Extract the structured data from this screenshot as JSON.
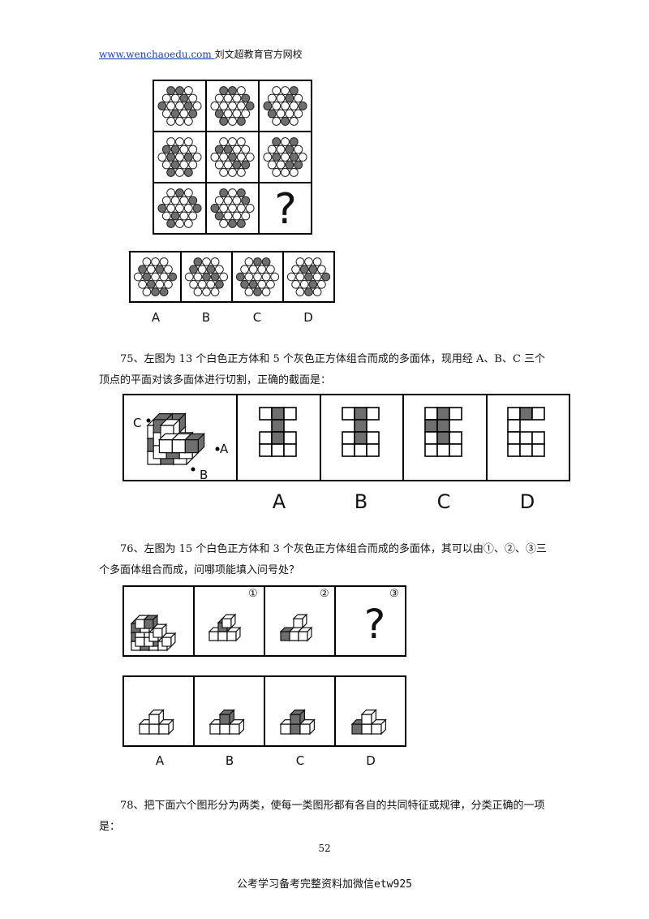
{
  "header": {
    "link_text": "www.wenchaoedu.com ",
    "site_name": "刘文超教育官方网校"
  },
  "q74": {
    "question_mark": "?",
    "options": [
      "A",
      "B",
      "C",
      "D"
    ]
  },
  "q75": {
    "text": "75、左图为 13 个白色正方体和 5 个灰色正方体组合而成的多面体，现用经 A、B、C 三个顶点的平面对该多面体进行切割，正确的截面是：",
    "vertex_labels": [
      "C",
      "A",
      "B"
    ],
    "options": [
      "A",
      "B",
      "C",
      "D"
    ]
  },
  "q76": {
    "text": "76、左图为 15 个白色正方体和 3 个灰色正方体组合而成的多面体，其可以由①、②、③三个多面体组合而成，问哪项能填入问号处？",
    "part_labels": [
      "①",
      "②",
      "③"
    ],
    "question_mark": "?",
    "options": [
      "A",
      "B",
      "C",
      "D"
    ]
  },
  "q78": {
    "text": "78、把下面六个图形分为两类，使每一类图形都有各自的共同特征或规律，分类正确的一项是："
  },
  "page_number": "52",
  "footer": "公考学习备考完整资料加微信etw925",
  "colors": {
    "gray_fill": "#6e6e6e",
    "link": "#1a3fbf"
  }
}
